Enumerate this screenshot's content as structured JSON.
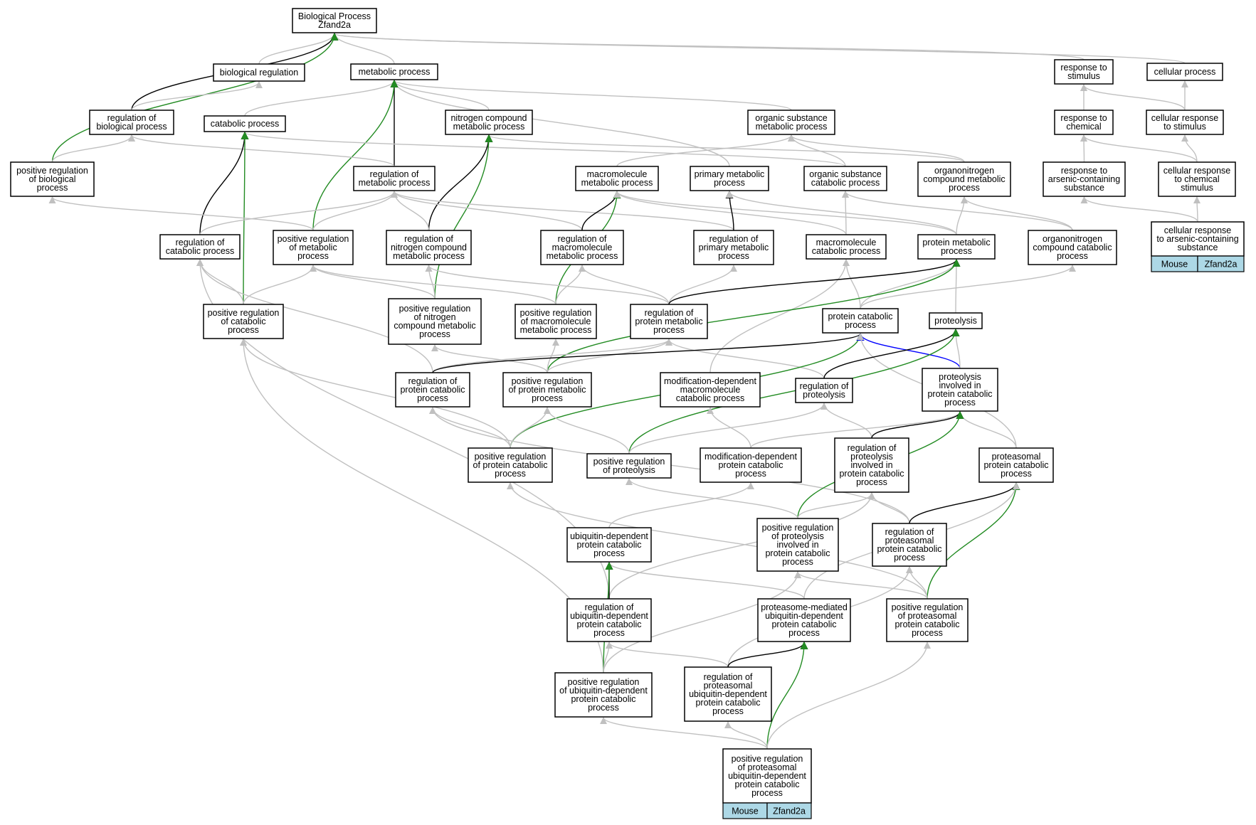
{
  "colors": {
    "gray": "#c0c0c0",
    "black": "#000000",
    "green": "#228b22",
    "blue": "#0000ff",
    "badge": "#add8e6"
  },
  "nodes": [
    {
      "id": "bp",
      "lines": [
        "Biological Process",
        "Zfand2a"
      ]
    },
    {
      "id": "biolreg",
      "lines": [
        "biological regulation"
      ]
    },
    {
      "id": "metab",
      "lines": [
        "metabolic process"
      ]
    },
    {
      "id": "resp_stim",
      "lines": [
        "response to",
        "stimulus"
      ]
    },
    {
      "id": "cellular",
      "lines": [
        "cellular process"
      ]
    },
    {
      "id": "reg_bio",
      "lines": [
        "regulation of",
        "biological process"
      ]
    },
    {
      "id": "catab",
      "lines": [
        "catabolic process"
      ]
    },
    {
      "id": "nitro",
      "lines": [
        "nitrogen compound",
        "metabolic process"
      ]
    },
    {
      "id": "org_sub",
      "lines": [
        "organic substance",
        "metabolic process"
      ]
    },
    {
      "id": "resp_chem",
      "lines": [
        "response to",
        "chemical"
      ]
    },
    {
      "id": "cell_resp_stim",
      "lines": [
        "cellular response",
        "to stimulus"
      ]
    },
    {
      "id": "pos_reg_bio",
      "lines": [
        "positive regulation",
        "of biological",
        "process"
      ]
    },
    {
      "id": "reg_metab",
      "lines": [
        "regulation of",
        "metabolic process"
      ]
    },
    {
      "id": "macro_metab",
      "lines": [
        "macromolecule",
        "metabolic process"
      ]
    },
    {
      "id": "prim_metab",
      "lines": [
        "primary metabolic",
        "process"
      ]
    },
    {
      "id": "org_sub_cat",
      "lines": [
        "organic substance",
        "catabolic process"
      ]
    },
    {
      "id": "organonitro",
      "lines": [
        "organonitrogen",
        "compound metabolic",
        "process"
      ]
    },
    {
      "id": "resp_arsenic",
      "lines": [
        "response to",
        "arsenic-containing",
        "substance"
      ]
    },
    {
      "id": "cell_resp_chem",
      "lines": [
        "cellular response",
        "to chemical",
        "stimulus"
      ]
    },
    {
      "id": "reg_cat",
      "lines": [
        "regulation of",
        "catabolic process"
      ]
    },
    {
      "id": "pos_reg_metab",
      "lines": [
        "positive regulation",
        "of metabolic",
        "process"
      ]
    },
    {
      "id": "reg_nitro",
      "lines": [
        "regulation of",
        "nitrogen compound",
        "metabolic process"
      ]
    },
    {
      "id": "reg_macro",
      "lines": [
        "regulation of",
        "macromolecule",
        "metabolic process"
      ]
    },
    {
      "id": "reg_prim",
      "lines": [
        "regulation of",
        "primary metabolic",
        "process"
      ]
    },
    {
      "id": "macro_cat",
      "lines": [
        "macromolecule",
        "catabolic process"
      ]
    },
    {
      "id": "prot_metab",
      "lines": [
        "protein metabolic",
        "process"
      ]
    },
    {
      "id": "organonitro_cat",
      "lines": [
        "organonitrogen",
        "compound catabolic",
        "process"
      ]
    },
    {
      "id": "cell_resp_ars",
      "lines": [
        "cellular response",
        "to arsenic-containing",
        "substance"
      ]
    },
    {
      "id": "pos_reg_cat",
      "lines": [
        "positive regulation",
        "of catabolic",
        "process"
      ]
    },
    {
      "id": "pos_reg_nitro",
      "lines": [
        "positive regulation",
        "of nitrogen",
        "compound metabolic",
        "process"
      ]
    },
    {
      "id": "pos_reg_macro",
      "lines": [
        "positive regulation",
        "of macromolecule",
        "metabolic process"
      ]
    },
    {
      "id": "reg_prot_metab",
      "lines": [
        "regulation of",
        "protein metabolic",
        "process"
      ]
    },
    {
      "id": "prot_cat",
      "lines": [
        "protein catabolic",
        "process"
      ]
    },
    {
      "id": "proteolysis",
      "lines": [
        "proteolysis"
      ]
    },
    {
      "id": "reg_prot_cat",
      "lines": [
        "regulation of",
        "protein catabolic",
        "process"
      ]
    },
    {
      "id": "pos_reg_prot_metab",
      "lines": [
        "positive regulation",
        "of protein metabolic",
        "process"
      ]
    },
    {
      "id": "mod_dep_macro",
      "lines": [
        "modification-dependent",
        "macromolecule",
        "catabolic process"
      ]
    },
    {
      "id": "reg_proteolysis",
      "lines": [
        "regulation of",
        "proteolysis"
      ]
    },
    {
      "id": "prot_inv_cat",
      "lines": [
        "proteolysis",
        "involved in",
        "protein catabolic",
        "process"
      ]
    },
    {
      "id": "pos_reg_prot_cat",
      "lines": [
        "positive regulation",
        "of protein catabolic",
        "process"
      ]
    },
    {
      "id": "pos_reg_proteolysis",
      "lines": [
        "positive regulation",
        "of proteolysis"
      ]
    },
    {
      "id": "mod_dep_prot",
      "lines": [
        "modification-dependent",
        "protein catabolic",
        "process"
      ]
    },
    {
      "id": "reg_prot_inv",
      "lines": [
        "regulation of",
        "proteolysis",
        "involved in",
        "protein catabolic",
        "process"
      ]
    },
    {
      "id": "proteasomal_cat",
      "lines": [
        "proteasomal",
        "protein catabolic",
        "process"
      ]
    },
    {
      "id": "ubiq_dep",
      "lines": [
        "ubiquitin-dependent",
        "protein catabolic",
        "process"
      ]
    },
    {
      "id": "pos_reg_prot_inv",
      "lines": [
        "positive regulation",
        "of proteolysis",
        "involved in",
        "protein catabolic",
        "process"
      ]
    },
    {
      "id": "reg_proteasomal",
      "lines": [
        "regulation of",
        "proteasomal",
        "protein catabolic",
        "process"
      ]
    },
    {
      "id": "reg_ubiq",
      "lines": [
        "regulation of",
        "ubiquitin-dependent",
        "protein catabolic",
        "process"
      ]
    },
    {
      "id": "proteasome_med",
      "lines": [
        "proteasome-mediated",
        "ubiquitin-dependent",
        "protein catabolic",
        "process"
      ]
    },
    {
      "id": "pos_reg_proteasomal",
      "lines": [
        "positive regulation",
        "of proteasomal",
        "protein catabolic",
        "process"
      ]
    },
    {
      "id": "pos_reg_ubiq",
      "lines": [
        "positive regulation",
        "of ubiquitin-dependent",
        "protein catabolic",
        "process"
      ]
    },
    {
      "id": "reg_prot_ubiq",
      "lines": [
        "regulation of",
        "proteasomal",
        "ubiquitin-dependent",
        "protein catabolic",
        "process"
      ]
    },
    {
      "id": "pos_reg_prot_ubiq",
      "lines": [
        "positive regulation",
        "of proteasomal",
        "ubiquitin-dependent",
        "protein catabolic",
        "process"
      ]
    }
  ],
  "badges": [
    {
      "node": "cell_resp_ars",
      "cells": [
        "Mouse",
        "Zfand2a"
      ]
    },
    {
      "node": "pos_reg_prot_ubiq",
      "cells": [
        "Mouse",
        "Zfand2a"
      ]
    }
  ],
  "edges": [
    {
      "from": "biolreg",
      "to": "bp",
      "color": "gray"
    },
    {
      "from": "metab",
      "to": "bp",
      "color": "gray"
    },
    {
      "from": "resp_stim",
      "to": "bp",
      "color": "gray"
    },
    {
      "from": "cellular",
      "to": "bp",
      "color": "gray"
    },
    {
      "from": "reg_bio",
      "to": "bp",
      "color": "black"
    },
    {
      "from": "pos_reg_bio",
      "to": "bp",
      "color": "green"
    },
    {
      "from": "reg_bio",
      "to": "biolreg",
      "color": "gray"
    },
    {
      "from": "catab",
      "to": "metab",
      "color": "gray"
    },
    {
      "from": "nitro",
      "to": "metab",
      "color": "gray"
    },
    {
      "from": "org_sub",
      "to": "metab",
      "color": "gray"
    },
    {
      "from": "prim_metab",
      "to": "metab",
      "color": "gray"
    },
    {
      "from": "reg_metab",
      "to": "metab",
      "color": "black"
    },
    {
      "from": "pos_reg_metab",
      "to": "metab",
      "color": "green"
    },
    {
      "from": "resp_chem",
      "to": "resp_stim",
      "color": "gray"
    },
    {
      "from": "cell_resp_stim",
      "to": "resp_stim",
      "color": "gray"
    },
    {
      "from": "cell_resp_stim",
      "to": "cellular",
      "color": "gray"
    },
    {
      "from": "pos_reg_bio",
      "to": "reg_bio",
      "color": "gray"
    },
    {
      "from": "reg_metab",
      "to": "reg_bio",
      "color": "gray"
    },
    {
      "from": "org_sub_cat",
      "to": "catab",
      "color": "gray"
    },
    {
      "from": "reg_cat",
      "to": "catab",
      "color": "black"
    },
    {
      "from": "pos_reg_cat",
      "to": "catab",
      "color": "green"
    },
    {
      "from": "organonitro",
      "to": "nitro",
      "color": "gray"
    },
    {
      "from": "reg_nitro",
      "to": "nitro",
      "color": "black"
    },
    {
      "from": "pos_reg_nitro",
      "to": "nitro",
      "color": "green"
    },
    {
      "from": "macro_metab",
      "to": "org_sub",
      "color": "gray"
    },
    {
      "from": "org_sub_cat",
      "to": "org_sub",
      "color": "gray"
    },
    {
      "from": "organonitro",
      "to": "org_sub",
      "color": "gray"
    },
    {
      "from": "resp_arsenic",
      "to": "resp_chem",
      "color": "gray"
    },
    {
      "from": "cell_resp_chem",
      "to": "resp_chem",
      "color": "gray"
    },
    {
      "from": "cell_resp_chem",
      "to": "cell_resp_stim",
      "color": "gray"
    },
    {
      "from": "pos_reg_metab",
      "to": "pos_reg_bio",
      "color": "gray"
    },
    {
      "from": "reg_cat",
      "to": "reg_metab",
      "color": "gray"
    },
    {
      "from": "pos_reg_metab",
      "to": "reg_metab",
      "color": "gray"
    },
    {
      "from": "reg_nitro",
      "to": "reg_metab",
      "color": "gray"
    },
    {
      "from": "reg_macro",
      "to": "reg_metab",
      "color": "gray"
    },
    {
      "from": "reg_prim",
      "to": "reg_metab",
      "color": "gray"
    },
    {
      "from": "reg_macro",
      "to": "macro_metab",
      "color": "black"
    },
    {
      "from": "pos_reg_macro",
      "to": "macro_metab",
      "color": "green"
    },
    {
      "from": "macro_cat",
      "to": "macro_metab",
      "color": "gray"
    },
    {
      "from": "prot_metab",
      "to": "macro_metab",
      "color": "gray"
    },
    {
      "from": "reg_prim",
      "to": "prim_metab",
      "color": "black"
    },
    {
      "from": "prot_metab",
      "to": "prim_metab",
      "color": "gray"
    },
    {
      "from": "macro_cat",
      "to": "org_sub_cat",
      "color": "gray"
    },
    {
      "from": "organonitro_cat",
      "to": "org_sub_cat",
      "color": "gray"
    },
    {
      "from": "prot_metab",
      "to": "organonitro",
      "color": "gray"
    },
    {
      "from": "organonitro_cat",
      "to": "organonitro",
      "color": "gray"
    },
    {
      "from": "cell_resp_ars",
      "to": "resp_arsenic",
      "color": "gray"
    },
    {
      "from": "cell_resp_ars",
      "to": "cell_resp_chem",
      "color": "gray"
    },
    {
      "from": "pos_reg_cat",
      "to": "reg_cat",
      "color": "gray"
    },
    {
      "from": "reg_prot_cat",
      "to": "reg_cat",
      "color": "gray"
    },
    {
      "from": "reg_ubiq",
      "to": "reg_cat",
      "color": "gray"
    },
    {
      "from": "pos_reg_cat",
      "to": "pos_reg_metab",
      "color": "gray"
    },
    {
      "from": "pos_reg_nitro",
      "to": "pos_reg_metab",
      "color": "gray"
    },
    {
      "from": "pos_reg_macro",
      "to": "pos_reg_metab",
      "color": "gray"
    },
    {
      "from": "pos_reg_nitro",
      "to": "reg_nitro",
      "color": "gray"
    },
    {
      "from": "reg_prot_metab",
      "to": "reg_nitro",
      "color": "gray"
    },
    {
      "from": "pos_reg_macro",
      "to": "reg_macro",
      "color": "gray"
    },
    {
      "from": "reg_prot_metab",
      "to": "reg_macro",
      "color": "gray"
    },
    {
      "from": "reg_prot_metab",
      "to": "reg_prim",
      "color": "gray"
    },
    {
      "from": "prot_cat",
      "to": "macro_cat",
      "color": "gray"
    },
    {
      "from": "mod_dep_macro",
      "to": "macro_cat",
      "color": "gray"
    },
    {
      "from": "prot_cat",
      "to": "prot_metab",
      "color": "gray"
    },
    {
      "from": "proteolysis",
      "to": "prot_metab",
      "color": "gray"
    },
    {
      "from": "reg_prot_metab",
      "to": "prot_metab",
      "color": "black"
    },
    {
      "from": "pos_reg_prot_metab",
      "to": "prot_metab",
      "color": "green"
    },
    {
      "from": "prot_cat",
      "to": "organonitro_cat",
      "color": "gray"
    },
    {
      "from": "pos_reg_prot_cat",
      "to": "pos_reg_cat",
      "color": "gray"
    },
    {
      "from": "pos_reg_ubiq",
      "to": "pos_reg_cat",
      "color": "gray"
    },
    {
      "from": "pos_reg_prot_metab",
      "to": "pos_reg_nitro",
      "color": "gray"
    },
    {
      "from": "pos_reg_prot_metab",
      "to": "pos_reg_macro",
      "color": "gray"
    },
    {
      "from": "reg_prot_cat",
      "to": "reg_prot_metab",
      "color": "gray"
    },
    {
      "from": "pos_reg_prot_metab",
      "to": "reg_prot_metab",
      "color": "gray"
    },
    {
      "from": "reg_proteolysis",
      "to": "reg_prot_metab",
      "color": "gray"
    },
    {
      "from": "reg_prot_cat",
      "to": "prot_cat",
      "color": "black"
    },
    {
      "from": "pos_reg_prot_cat",
      "to": "prot_cat",
      "color": "green"
    },
    {
      "from": "prot_inv_cat",
      "to": "prot_cat",
      "color": "blue"
    },
    {
      "from": "proteasomal_cat",
      "to": "prot_cat",
      "color": "gray"
    },
    {
      "from": "prot_inv_cat",
      "to": "proteolysis",
      "color": "gray"
    },
    {
      "from": "reg_proteolysis",
      "to": "proteolysis",
      "color": "black"
    },
    {
      "from": "pos_reg_proteolysis",
      "to": "proteolysis",
      "color": "green"
    },
    {
      "from": "pos_reg_prot_cat",
      "to": "reg_prot_cat",
      "color": "gray"
    },
    {
      "from": "reg_proteasomal",
      "to": "reg_prot_cat",
      "color": "gray"
    },
    {
      "from": "pos_reg_prot_cat",
      "to": "pos_reg_prot_metab",
      "color": "gray"
    },
    {
      "from": "pos_reg_proteolysis",
      "to": "pos_reg_prot_metab",
      "color": "gray"
    },
    {
      "from": "mod_dep_prot",
      "to": "mod_dep_macro",
      "color": "gray"
    },
    {
      "from": "pos_reg_proteolysis",
      "to": "reg_proteolysis",
      "color": "gray"
    },
    {
      "from": "reg_prot_inv",
      "to": "reg_proteolysis",
      "color": "gray"
    },
    {
      "from": "proteasomal_cat",
      "to": "prot_inv_cat",
      "color": "gray"
    },
    {
      "from": "mod_dep_prot",
      "to": "prot_inv_cat",
      "color": "gray"
    },
    {
      "from": "reg_prot_inv",
      "to": "prot_inv_cat",
      "color": "black"
    },
    {
      "from": "pos_reg_prot_inv",
      "to": "prot_inv_cat",
      "color": "green"
    },
    {
      "from": "pos_reg_proteasomal",
      "to": "pos_reg_prot_cat",
      "color": "gray"
    },
    {
      "from": "pos_reg_prot_inv",
      "to": "pos_reg_proteolysis",
      "color": "gray"
    },
    {
      "from": "ubiq_dep",
      "to": "mod_dep_prot",
      "color": "gray"
    },
    {
      "from": "pos_reg_prot_inv",
      "to": "reg_prot_inv",
      "color": "gray"
    },
    {
      "from": "reg_proteasomal",
      "to": "reg_prot_inv",
      "color": "gray"
    },
    {
      "from": "reg_ubiq",
      "to": "reg_prot_inv",
      "color": "gray"
    },
    {
      "from": "reg_proteasomal",
      "to": "proteasomal_cat",
      "color": "black"
    },
    {
      "from": "pos_reg_proteasomal",
      "to": "proteasomal_cat",
      "color": "green"
    },
    {
      "from": "proteasome_med",
      "to": "proteasomal_cat",
      "color": "gray"
    },
    {
      "from": "proteasome_med",
      "to": "ubiq_dep",
      "color": "gray"
    },
    {
      "from": "reg_ubiq",
      "to": "ubiq_dep",
      "color": "black"
    },
    {
      "from": "pos_reg_ubiq",
      "to": "ubiq_dep",
      "color": "green"
    },
    {
      "from": "pos_reg_proteasomal",
      "to": "pos_reg_prot_inv",
      "color": "gray"
    },
    {
      "from": "pos_reg_ubiq",
      "to": "pos_reg_prot_inv",
      "color": "gray"
    },
    {
      "from": "pos_reg_proteasomal",
      "to": "reg_proteasomal",
      "color": "gray"
    },
    {
      "from": "reg_prot_ubiq",
      "to": "reg_proteasomal",
      "color": "gray"
    },
    {
      "from": "pos_reg_ubiq",
      "to": "reg_ubiq",
      "color": "gray"
    },
    {
      "from": "reg_prot_ubiq",
      "to": "reg_ubiq",
      "color": "gray"
    },
    {
      "from": "reg_prot_ubiq",
      "to": "proteasome_med",
      "color": "black"
    },
    {
      "from": "pos_reg_prot_ubiq",
      "to": "proteasome_med",
      "color": "green"
    },
    {
      "from": "pos_reg_prot_ubiq",
      "to": "pos_reg_proteasomal",
      "color": "gray"
    },
    {
      "from": "pos_reg_prot_ubiq",
      "to": "pos_reg_ubiq",
      "color": "gray"
    },
    {
      "from": "pos_reg_prot_ubiq",
      "to": "reg_prot_ubiq",
      "color": "gray"
    }
  ]
}
